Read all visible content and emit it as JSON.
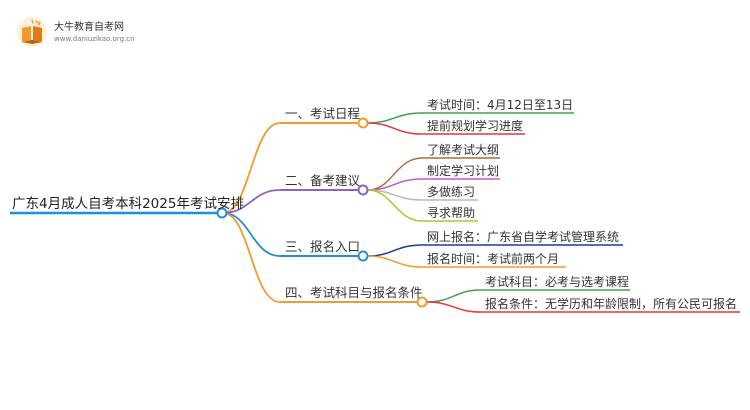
{
  "brand": {
    "name": "大牛教育自考网",
    "url": "www.daniuzikao.org.cn",
    "icon": "open-book-icon"
  },
  "root": {
    "label": "广东4月成人自考本科2025年考试安排"
  },
  "branches": [
    {
      "label": "一、考试日程",
      "color": "#f39a2b",
      "children": [
        {
          "label": "考试时间：4月12日至13日",
          "color": "#3fa34d"
        },
        {
          "label": "提前规划学习进度",
          "color": "#e0393e"
        }
      ]
    },
    {
      "label": "二、备考建议",
      "color": "#8a63c9",
      "children": [
        {
          "label": "了解考试大纲",
          "color": "#b06a3b"
        },
        {
          "label": "制定学习计划",
          "color": "#c45ac9"
        },
        {
          "label": "多做练习",
          "color": "#b8b8b8"
        },
        {
          "label": "寻求帮助",
          "color": "#b5c42a"
        }
      ]
    },
    {
      "label": "三、报名入口",
      "color": "#1f8fd6",
      "children": [
        {
          "label": "网上报名：广东省自学考试管理系统",
          "color": "#1a3f8f"
        },
        {
          "label": "报名时间：考试前两个月",
          "color": "#f39a2b"
        }
      ]
    },
    {
      "label": "四、考试科目与报名条件",
      "color": "#f39a2b",
      "children": [
        {
          "label": "考试科目：必考与选考课程",
          "color": "#3fa34d"
        },
        {
          "label": "报名条件：无学历和年龄限制，所有公民可报名",
          "color": "#e0393e"
        }
      ]
    }
  ]
}
